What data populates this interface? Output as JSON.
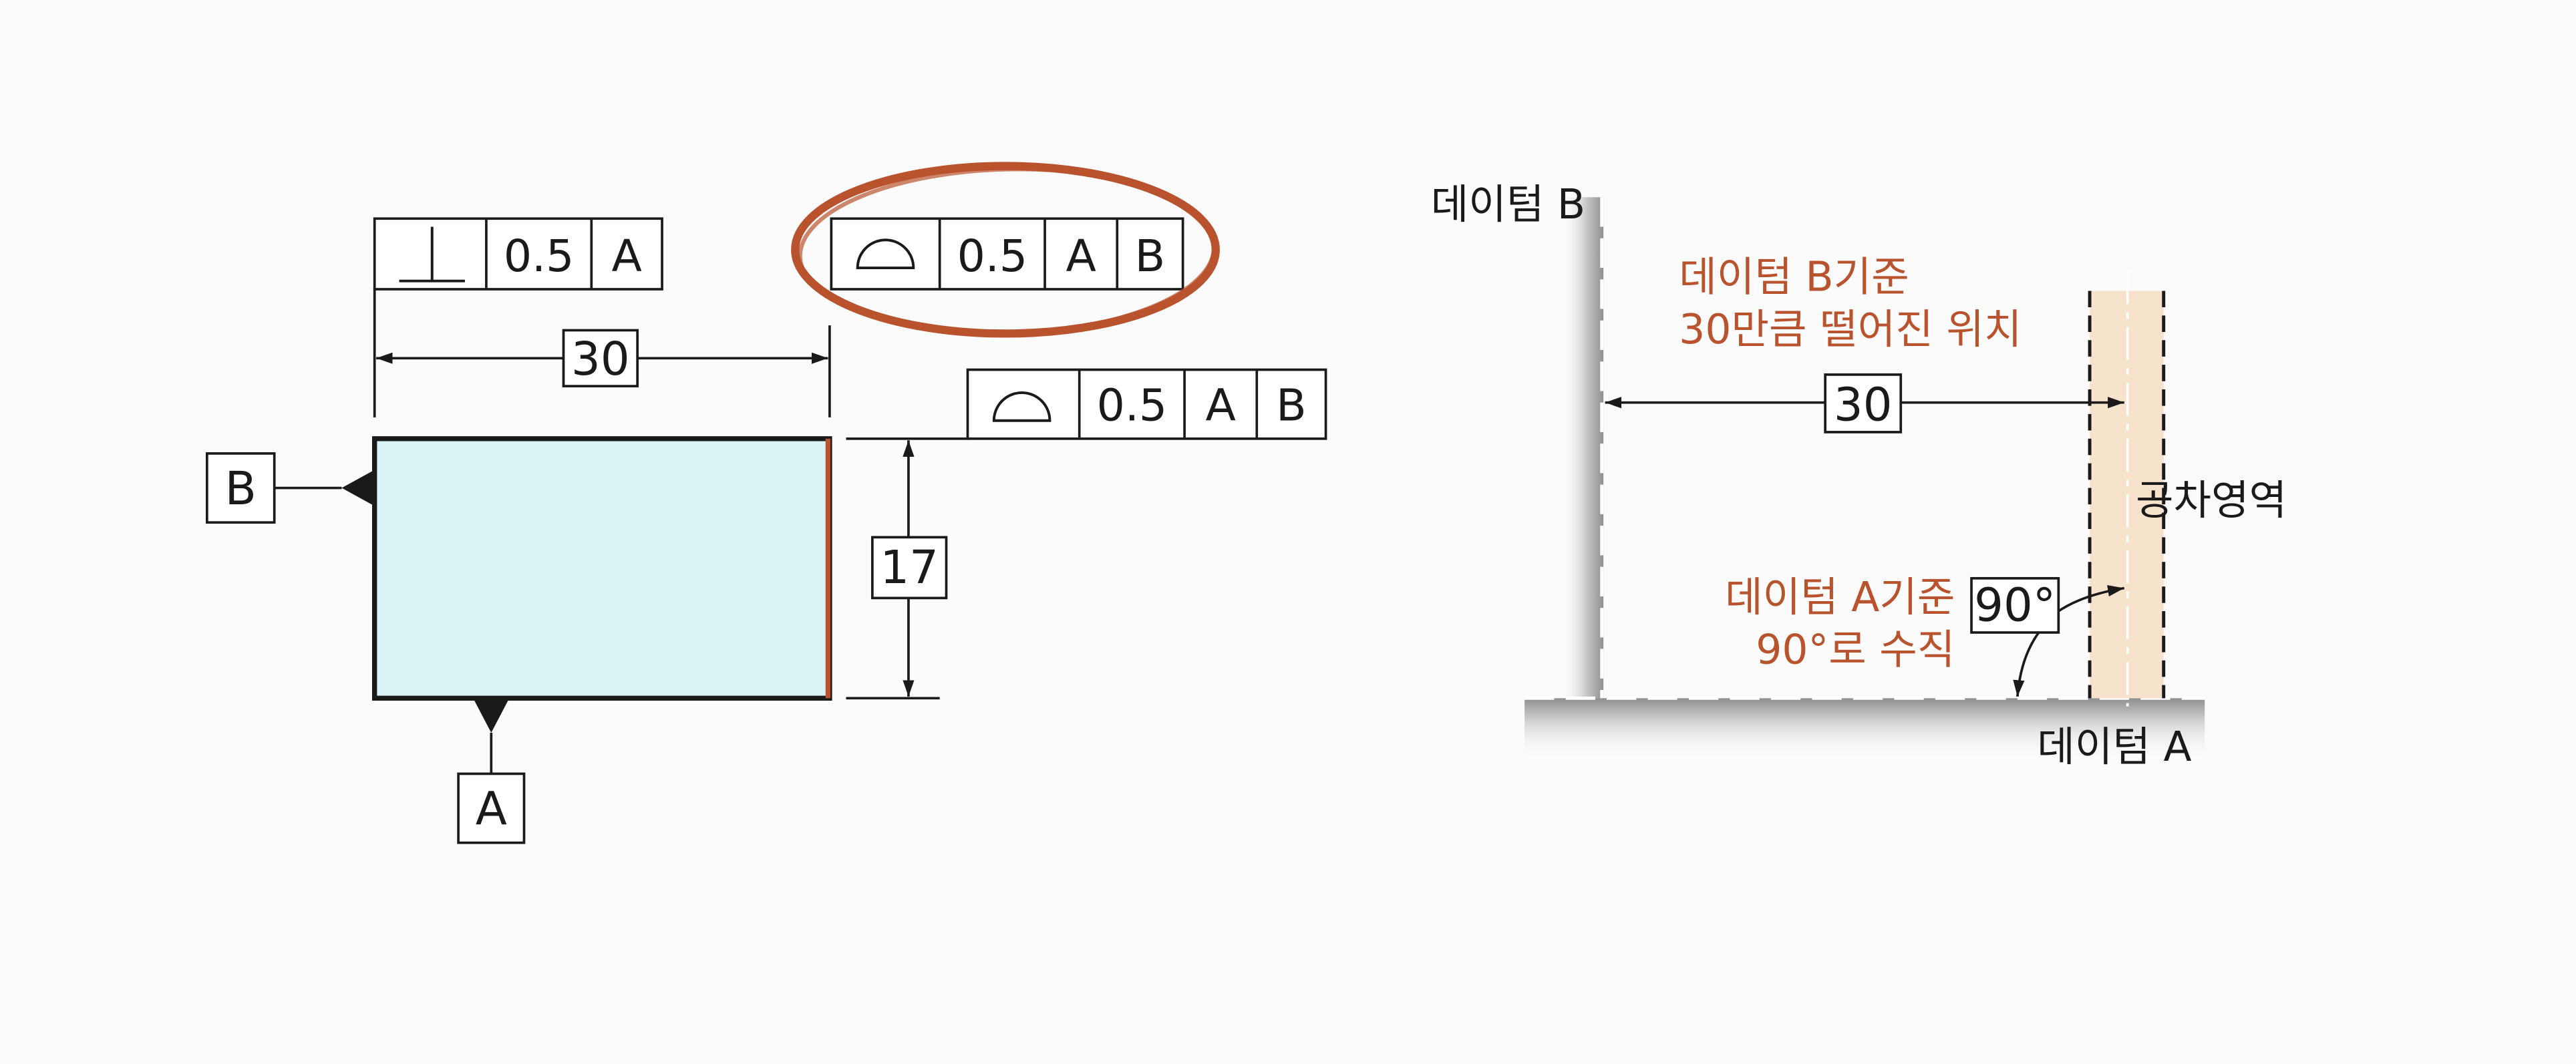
{
  "left_drawing": {
    "perpendicularity_frame": {
      "symbol": "perpendicularity-symbol",
      "tolerance": "0.5",
      "datum_1": "A"
    },
    "profile_frame_highlighted": {
      "symbol": "profile-of-a-surface-symbol",
      "tolerance": "0.5",
      "datum_1": "A",
      "datum_2": "B"
    },
    "profile_frame_leader": {
      "symbol": "profile-of-a-surface-symbol",
      "tolerance": "0.5",
      "datum_1": "A",
      "datum_2": "B"
    },
    "dimension_width": "30",
    "dimension_height": "17",
    "datum_feature_left": "B",
    "datum_feature_bottom": "A"
  },
  "right_drawing": {
    "datum_b_label": "데이텀 B",
    "datum_a_label": "데이텀 A",
    "distance_note_line1": "데이텀 B기준",
    "distance_note_line2": "30만큼 떨어진 위치",
    "dimension_value": "30",
    "tolerance_zone_label": "공차영역",
    "angle_note_line1": "데이텀 A기준",
    "angle_note_line2": "90°로 수직",
    "angle_value": "90°"
  },
  "colors": {
    "part_fill": "#daf3f5",
    "highlight": "#b9532d",
    "zone_fill": "#f7e2cb",
    "line": "#1a1a1a"
  }
}
